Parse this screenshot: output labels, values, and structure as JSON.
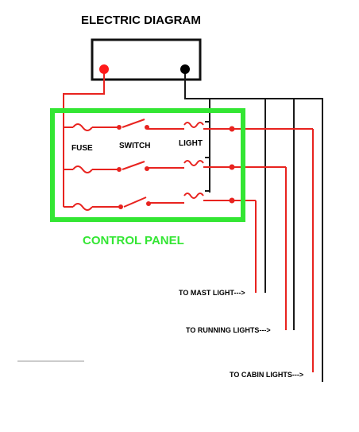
{
  "title": "ELECTRIC DIAGRAM",
  "panel_label": "CONTROL PANEL",
  "component_labels": {
    "fuse": "FUSE",
    "switch": "SWITCH",
    "light": "LIGHT"
  },
  "outputs": {
    "mast": "TO MAST LIGHT--->",
    "running": "TO RUNNING LIGHTS--->",
    "cabin": "TO CABIN LIGHTS--->"
  },
  "colors": {
    "positive_wire": "#e8231f",
    "negative_wire": "#1a1a1a",
    "panel_border": "#33e633",
    "panel_label": "#33e633",
    "battery_positive": "#ff1a1a",
    "battery_negative": "#000000"
  }
}
